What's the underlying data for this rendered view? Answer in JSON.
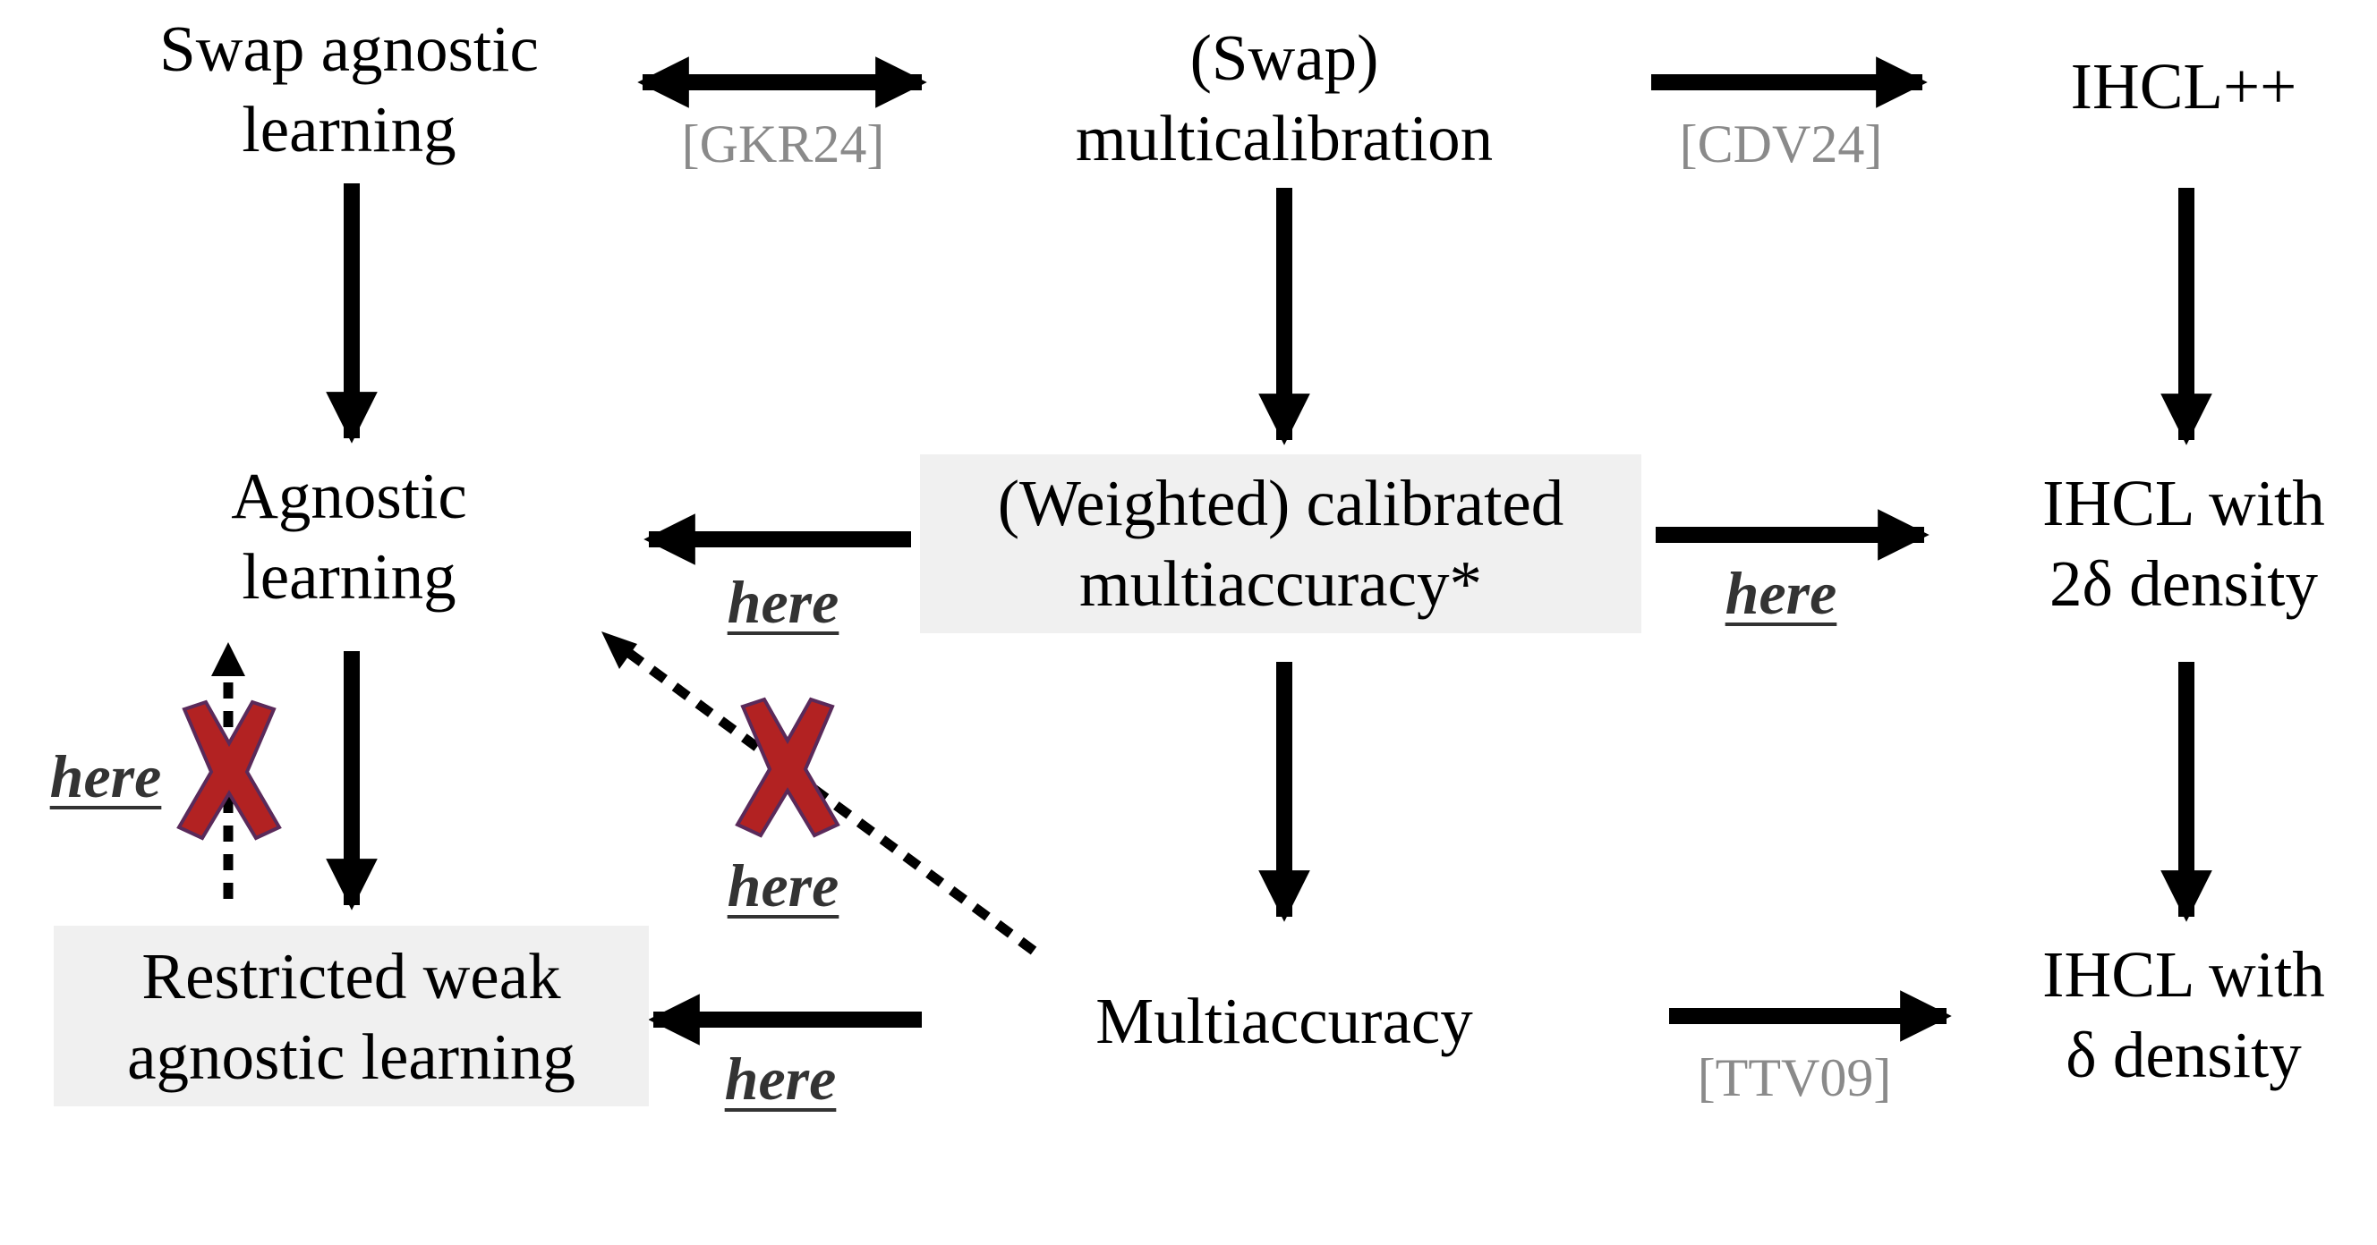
{
  "nodes": {
    "swap_agnostic": {
      "line1": "Swap agnostic",
      "line2": "learning"
    },
    "swap_multicalibration": {
      "line1": "(Swap)",
      "line2": "multicalibration"
    },
    "ihcl_plus": {
      "line1": "IHCL++"
    },
    "agnostic": {
      "line1": "Agnostic",
      "line2": "learning"
    },
    "weighted_calibrated": {
      "line1": "(Weighted) calibrated",
      "line2": "multiaccuracy*"
    },
    "ihcl_2delta": {
      "line1": "IHCL with",
      "line2": "2δ density"
    },
    "restricted_weak": {
      "line1": "Restricted weak",
      "line2": "agnostic learning"
    },
    "multiaccuracy": {
      "line1": "Multiaccuracy"
    },
    "ihcl_delta": {
      "line1": "IHCL with",
      "line2": "δ density"
    }
  },
  "citations": {
    "gkr24": "[GKR24]",
    "cdv24": "[CDV24]",
    "ttv09": "[TTV09]"
  },
  "here_labels": {
    "wcm_to_agnostic": "here",
    "wcm_to_ihcl": "here",
    "left_vertical": "here",
    "diagonal": "here",
    "ma_to_restricted": "here"
  },
  "colors": {
    "arrow": "#000000",
    "cross_fill": "#b22222",
    "cross_stroke": "#5a2a5a",
    "shaded_box": "#f0f0f0",
    "citation": "#8a8a8a"
  }
}
